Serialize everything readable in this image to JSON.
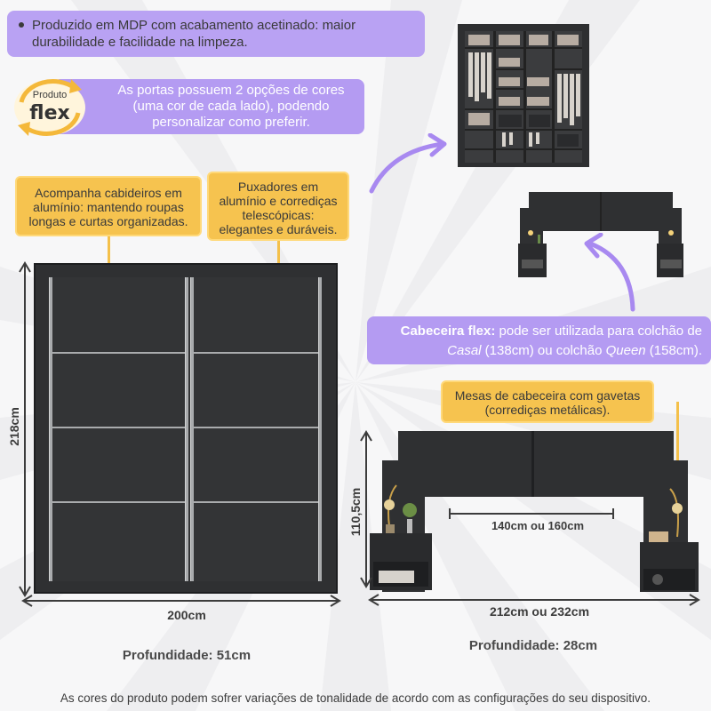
{
  "banner_top": {
    "text": "Produzido em MDP com acabamento acetinado: maior durabilidade e facilidade na limpeza."
  },
  "badge": {
    "line1": "Produto",
    "line2": "flex"
  },
  "banner_doors": {
    "text": "As portas possuem 2 opções de cores (uma cor de cada lado), podendo personalizar como preferir."
  },
  "callout_hangers": {
    "text": "Acompanha cabideiros em alumínio: mantendo roupas longas e curtas organizadas."
  },
  "callout_handles": {
    "text": "Puxadores em alumínio e corrediças telescópicas: elegantes e duráveis."
  },
  "wardrobe": {
    "height_label": "218cm",
    "width_label": "200cm",
    "depth_label": "Profundidade: 51cm"
  },
  "headboard_banner": {
    "bold": "Cabeceira flex:",
    "text1": " pode ser utilizada para colchão de ",
    "italic1": "Casal",
    "text2": " (138cm) ou colchão ",
    "italic2": "Queen",
    "text3": " (158cm)."
  },
  "callout_nightstands": {
    "text": "Mesas de cabeceira com gavetas (corrediças metálicas)."
  },
  "headboard": {
    "height_label": "110,5cm",
    "inner_label": "140cm ou 160cm",
    "width_label": "212cm ou 232cm",
    "depth_label": "Profundidade: 28cm"
  },
  "footer": {
    "text": "As cores do produto podem sofrer variações de tonalidade de acordo com as configurações do seu dispositivo."
  },
  "colors": {
    "purple": "#b49bf2",
    "yellow": "#f6c34f",
    "furniture": "#2f3032",
    "rail": "#a9abad"
  }
}
